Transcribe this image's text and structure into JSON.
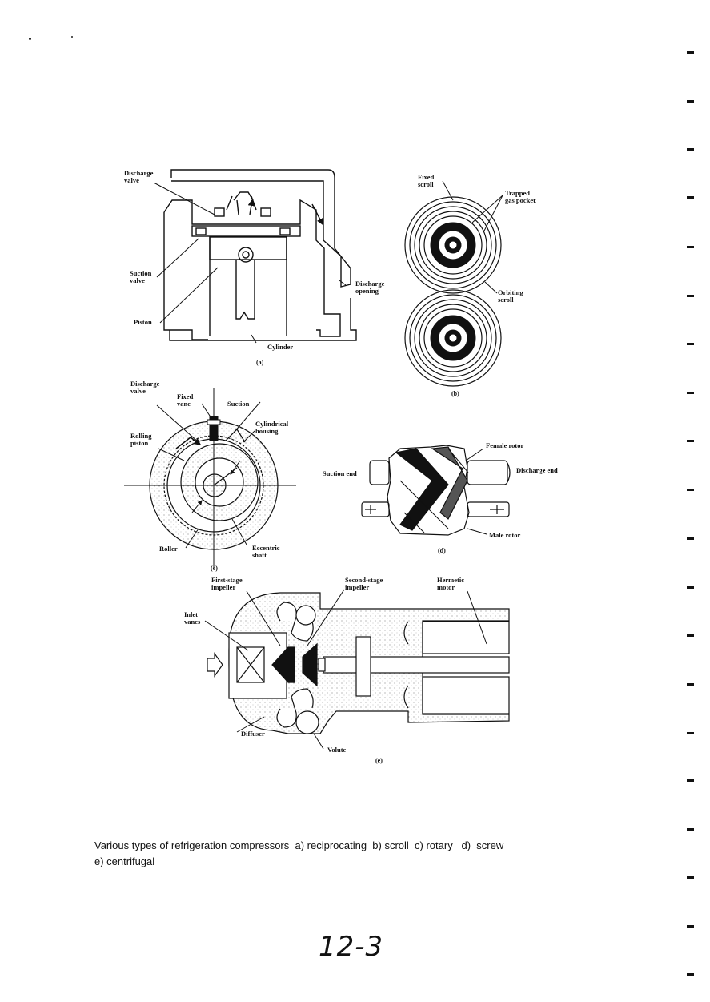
{
  "diagram_a": {
    "labels": {
      "discharge_valve": "Discharge\nvalve",
      "suction_valve": "Suction\nvalve",
      "piston": "Piston",
      "cylinder": "Cylinder",
      "discharge_opening": "Discharge\nopening"
    },
    "caption": "(a)"
  },
  "diagram_b": {
    "labels": {
      "fixed_scroll": "Fixed\nscroll",
      "trapped_gas_pocket": "Trapped\ngas pocket",
      "orbiting_scroll": "Orbiting\nscroll"
    },
    "caption": "(b)"
  },
  "diagram_c": {
    "labels": {
      "discharge_valve": "Discharge\nvalve",
      "fixed_vane": "Fixed\nvane",
      "suction": "Suction",
      "cylindrical_housing": "Cylindrical\nhousing",
      "rolling_piston": "Rolling\npiston",
      "roller": "Roller",
      "eccentric_shaft": "Eccentric\nshaft"
    },
    "caption": "(c)"
  },
  "diagram_d": {
    "labels": {
      "female_rotor": "Female rotor",
      "discharge_end": "Discharge end",
      "suction_end": "Suction end",
      "male_rotor": "Male rotor"
    },
    "caption": "(d)"
  },
  "diagram_e": {
    "labels": {
      "first_stage_impeller": "First-stage\nimpeller",
      "second_stage_impeller": "Second-stage\nimpeller",
      "hermetic_motor": "Hermetic\nmotor",
      "inlet_vanes": "Inlet\nvanes",
      "diffuser": "Diffuser",
      "volute": "Volute"
    },
    "caption": "(e)"
  },
  "caption": {
    "line1": "Various types of refrigeration compressors  a) reciprocating  b) scroll  c) rotary   d)  screw",
    "line2": "e) centrifugal"
  },
  "page_number": "12-3"
}
